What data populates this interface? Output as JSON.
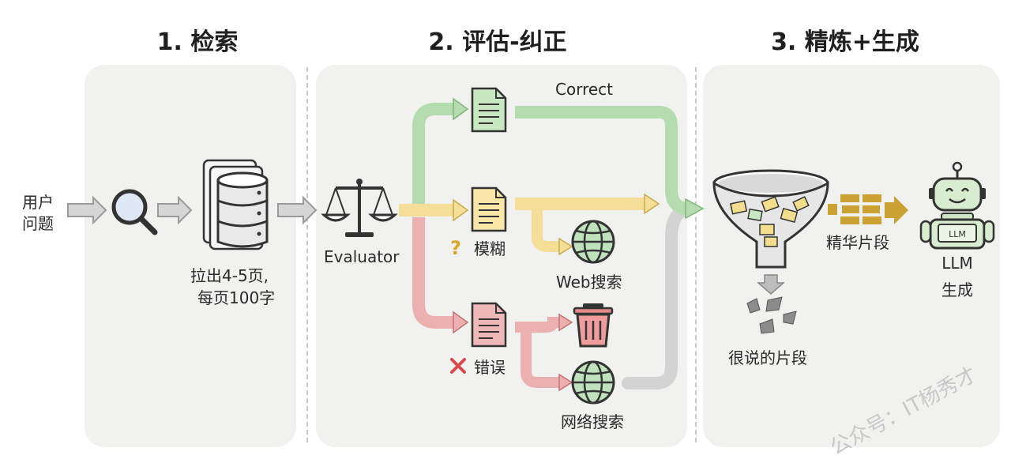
{
  "steps": {
    "retrieve": "1. 检索",
    "evaluate": "2. 评估-纠正",
    "refine": "3. 精炼+生成"
  },
  "labels": {
    "user_question_l1": "用户",
    "user_question_l2": "问题",
    "docs_l1": "拉出4-5页,",
    "docs_l2": "每页100字",
    "evaluator": "Evaluator",
    "correct": "Correct",
    "ambiguous": "模糊",
    "wrong": "错误",
    "web_search": "Web搜索",
    "network_search": "网络搜索",
    "essence": "精华片段",
    "discarded": "很说的片段",
    "llm_l1": "LLM",
    "llm_l2": "生成"
  },
  "watermark": "公众号：IT杨秀才",
  "icons": [
    "search-icon",
    "database-icon",
    "scale-icon",
    "document-icon",
    "globe-icon",
    "trash-icon",
    "funnel-icon",
    "robot-icon"
  ],
  "colors": {
    "green": "#a8d5a2",
    "yellow": "#f3dc8f",
    "red": "#e8a2a2",
    "gray": "#cfcfcf",
    "gold": "#c9a233"
  }
}
